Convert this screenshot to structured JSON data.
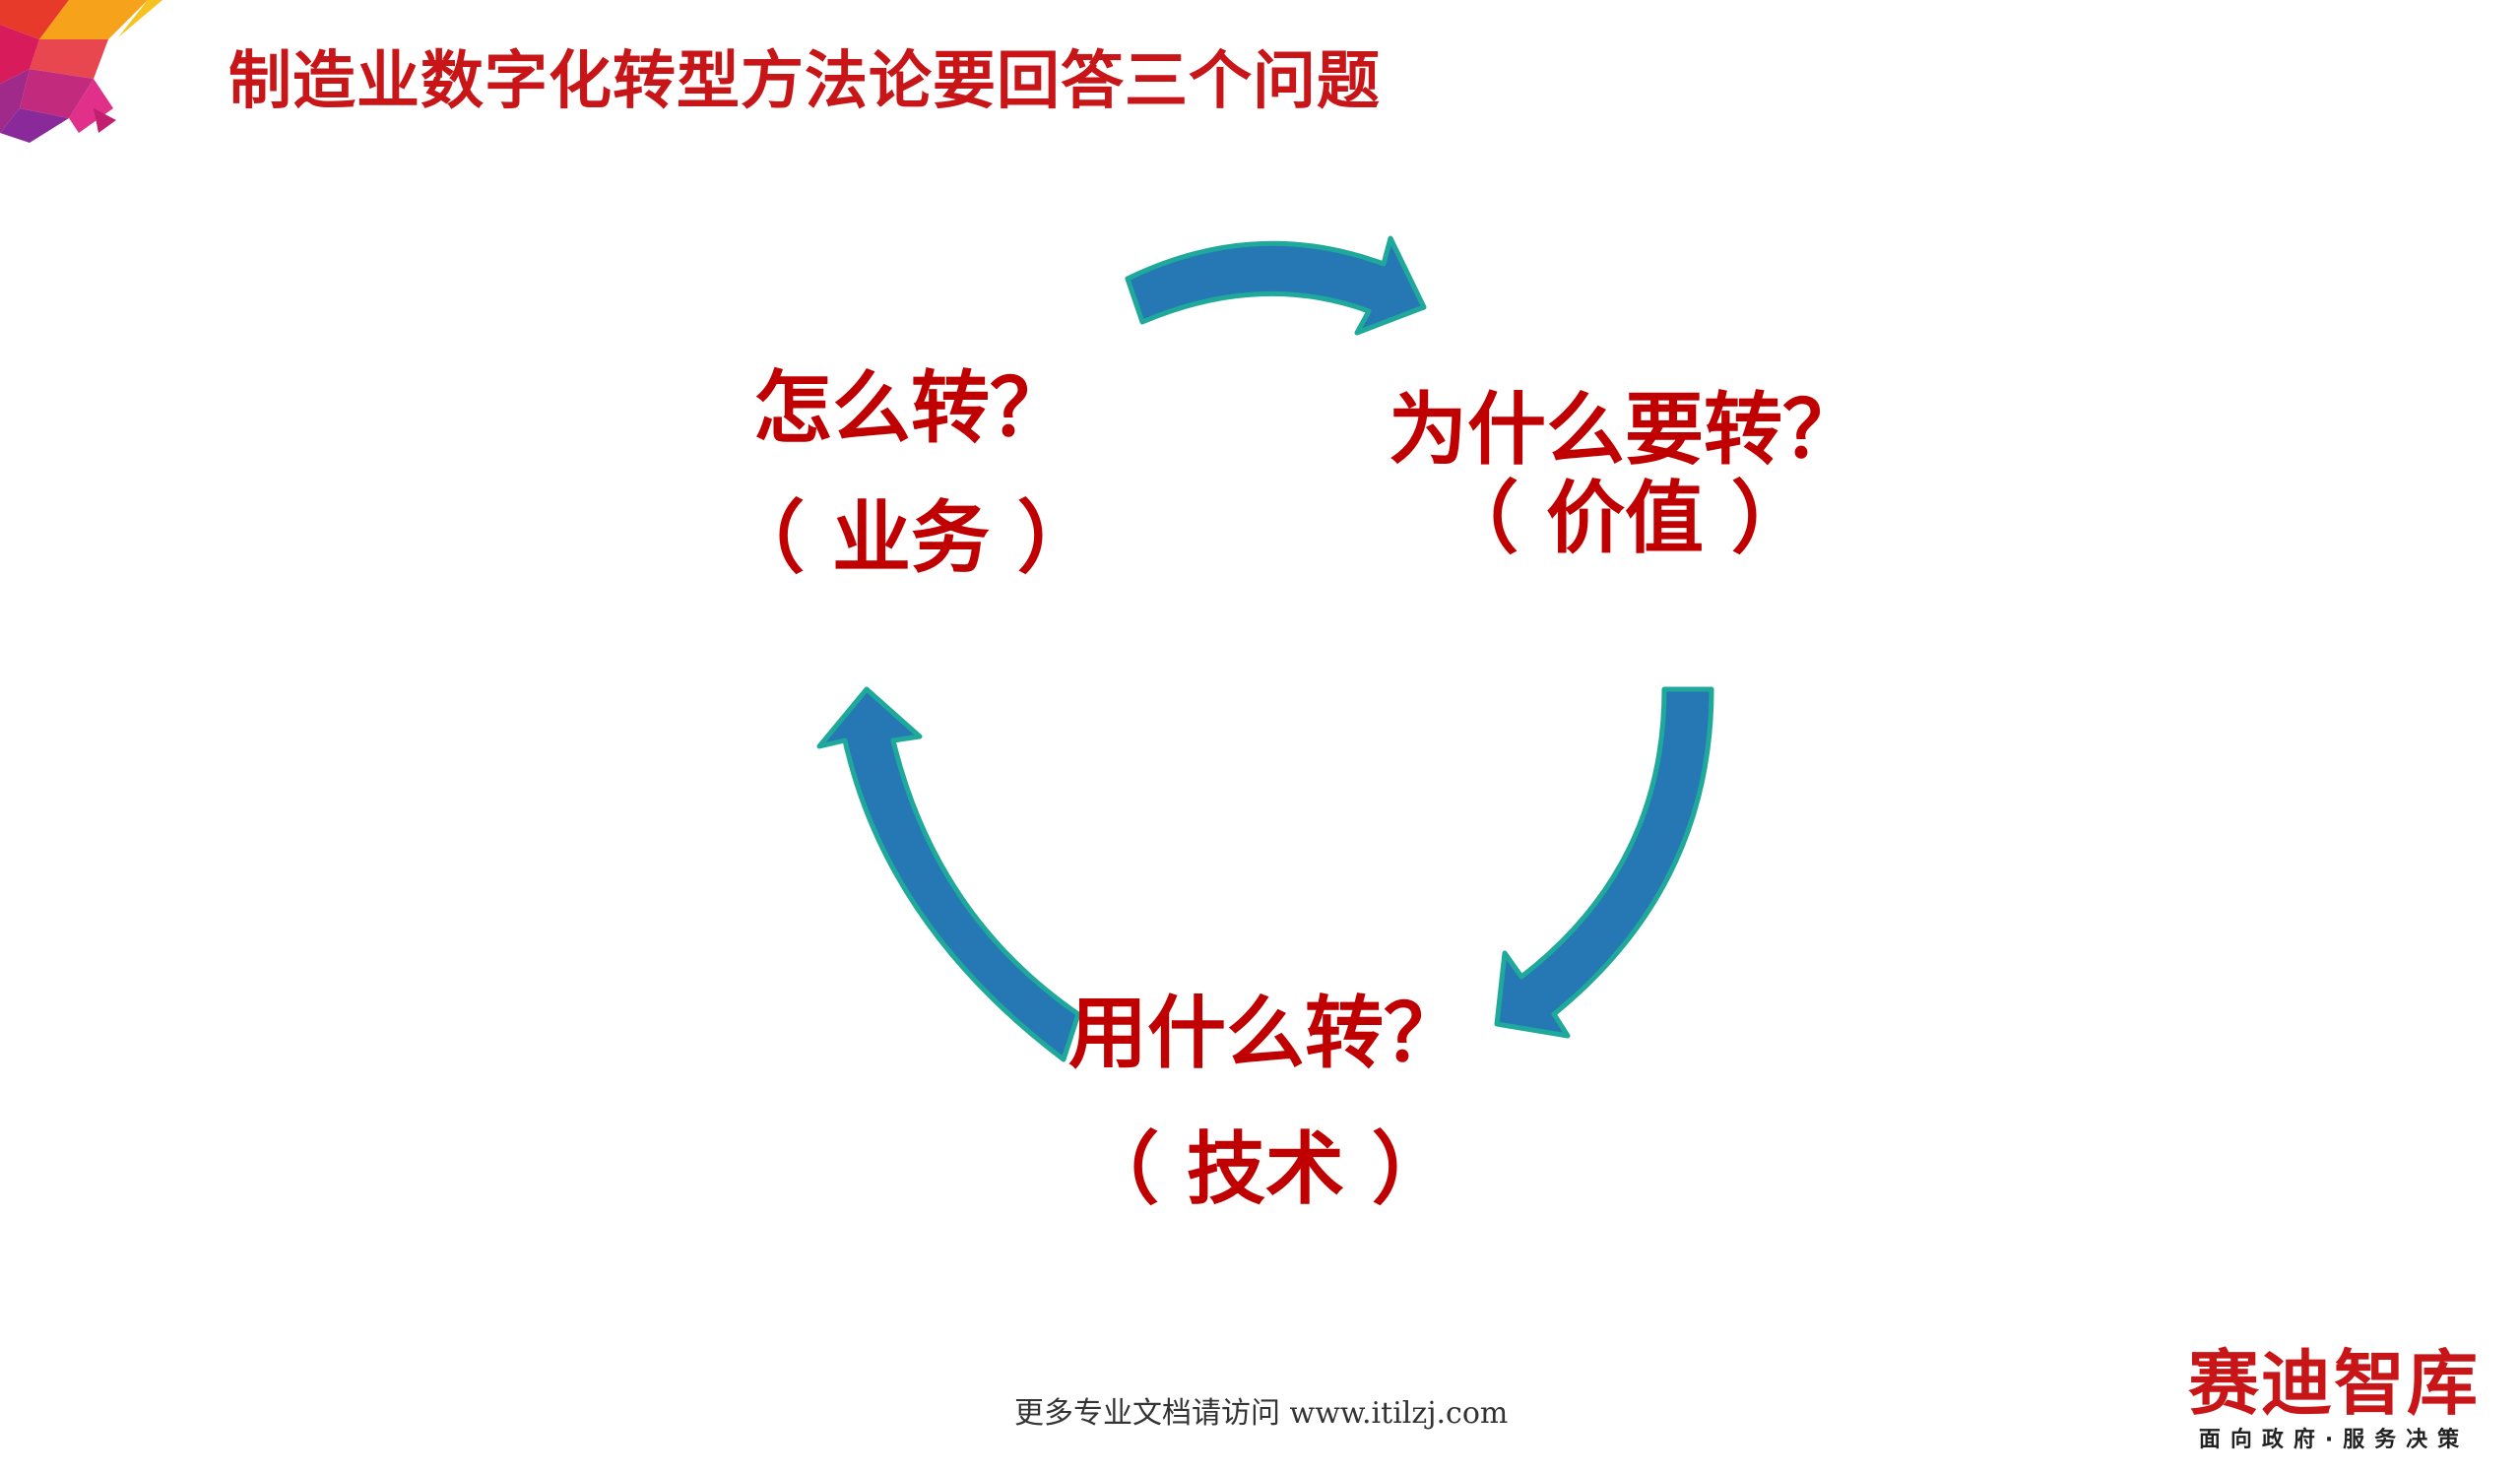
{
  "title": "制造业数字化转型方法论要回答三个问题",
  "nodes": {
    "how": {
      "question": "怎么转？",
      "aspect": "（ 业务 ）"
    },
    "why": {
      "question": "为什么要转？",
      "aspect": "（ 价值 ）"
    },
    "what": {
      "question": "用什么转？",
      "aspect": "（ 技术 ）"
    }
  },
  "footer": {
    "link_text": "更多专业文档请访问 www.itilzj.com"
  },
  "logo": {
    "name": "赛迪智库",
    "tagline": "面向政府·服务决策"
  },
  "colors": {
    "accent_red": "#c00000",
    "title_red": "#c81518",
    "arrow_fill": "#2678b4",
    "arrow_stroke": "#1fa99a"
  }
}
